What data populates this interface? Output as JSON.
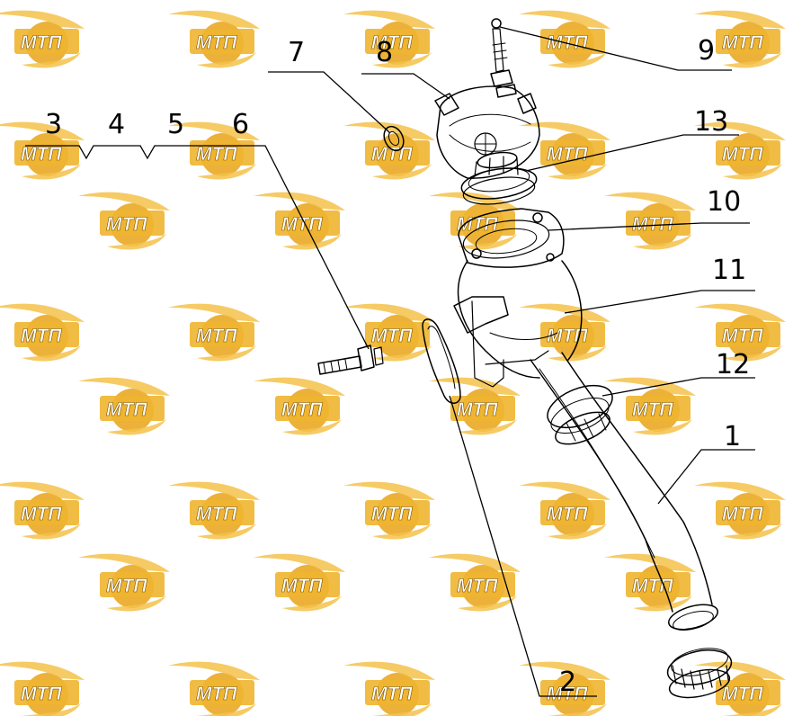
{
  "watermark": {
    "text": "МТП",
    "wing_color": "#f5c24a",
    "badge_color": "#e8a317",
    "text_color": "#ffffff"
  },
  "line_color": "#000000",
  "callouts": [
    {
      "id": "1",
      "label": "1"
    },
    {
      "id": "2",
      "label": "2"
    },
    {
      "id": "3",
      "label": "3"
    },
    {
      "id": "4",
      "label": "4"
    },
    {
      "id": "5",
      "label": "5"
    },
    {
      "id": "6",
      "label": "6"
    },
    {
      "id": "7",
      "label": "7"
    },
    {
      "id": "8",
      "label": "8"
    },
    {
      "id": "9",
      "label": "9"
    },
    {
      "id": "10",
      "label": "10"
    },
    {
      "id": "11",
      "label": "11"
    },
    {
      "id": "12",
      "label": "12"
    },
    {
      "id": "13",
      "label": "13"
    }
  ]
}
